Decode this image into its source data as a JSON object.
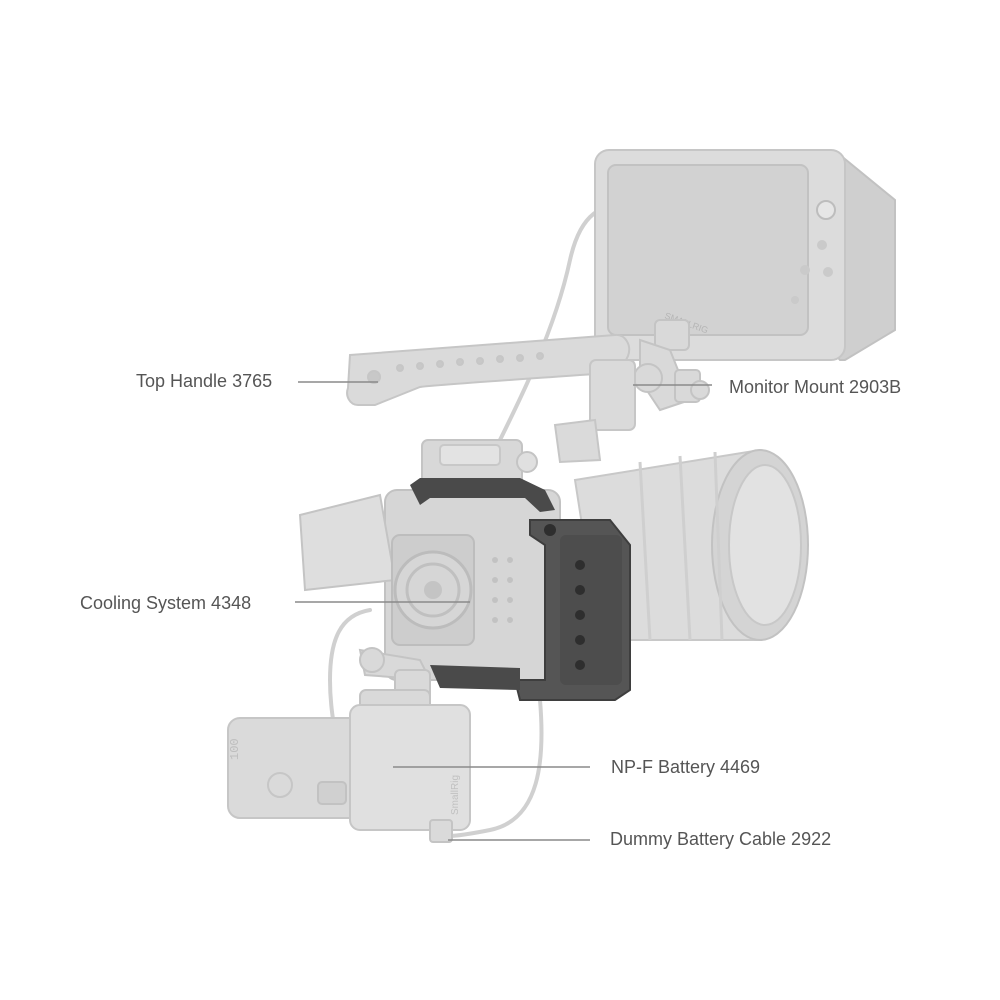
{
  "callouts": {
    "top_handle": "Top Handle 3765",
    "monitor_mount": "Monitor Mount 2903B",
    "cooling_system": "Cooling System 4348",
    "npf_battery": "NP-F Battery 4469",
    "dummy_cable": "Dummy Battery Cable 2922"
  },
  "marks": {
    "monitor_brand": "SMALLRIG",
    "battery_brand": "SmallRig",
    "battery_display": "100"
  },
  "colors": {
    "background": "#ffffff",
    "accessory_gray": "#d9d9d9",
    "accessory_outline": "#c4c4c4",
    "cage_dark": "#4a4a4a",
    "leader_line": "#8a8a8a",
    "label_text": "#555555"
  },
  "icons": [
    "monitor",
    "top-handle",
    "monitor-mount",
    "camera-body",
    "lens",
    "camera-cage",
    "cooling-fan",
    "np-f-battery",
    "dummy-battery-cable"
  ]
}
